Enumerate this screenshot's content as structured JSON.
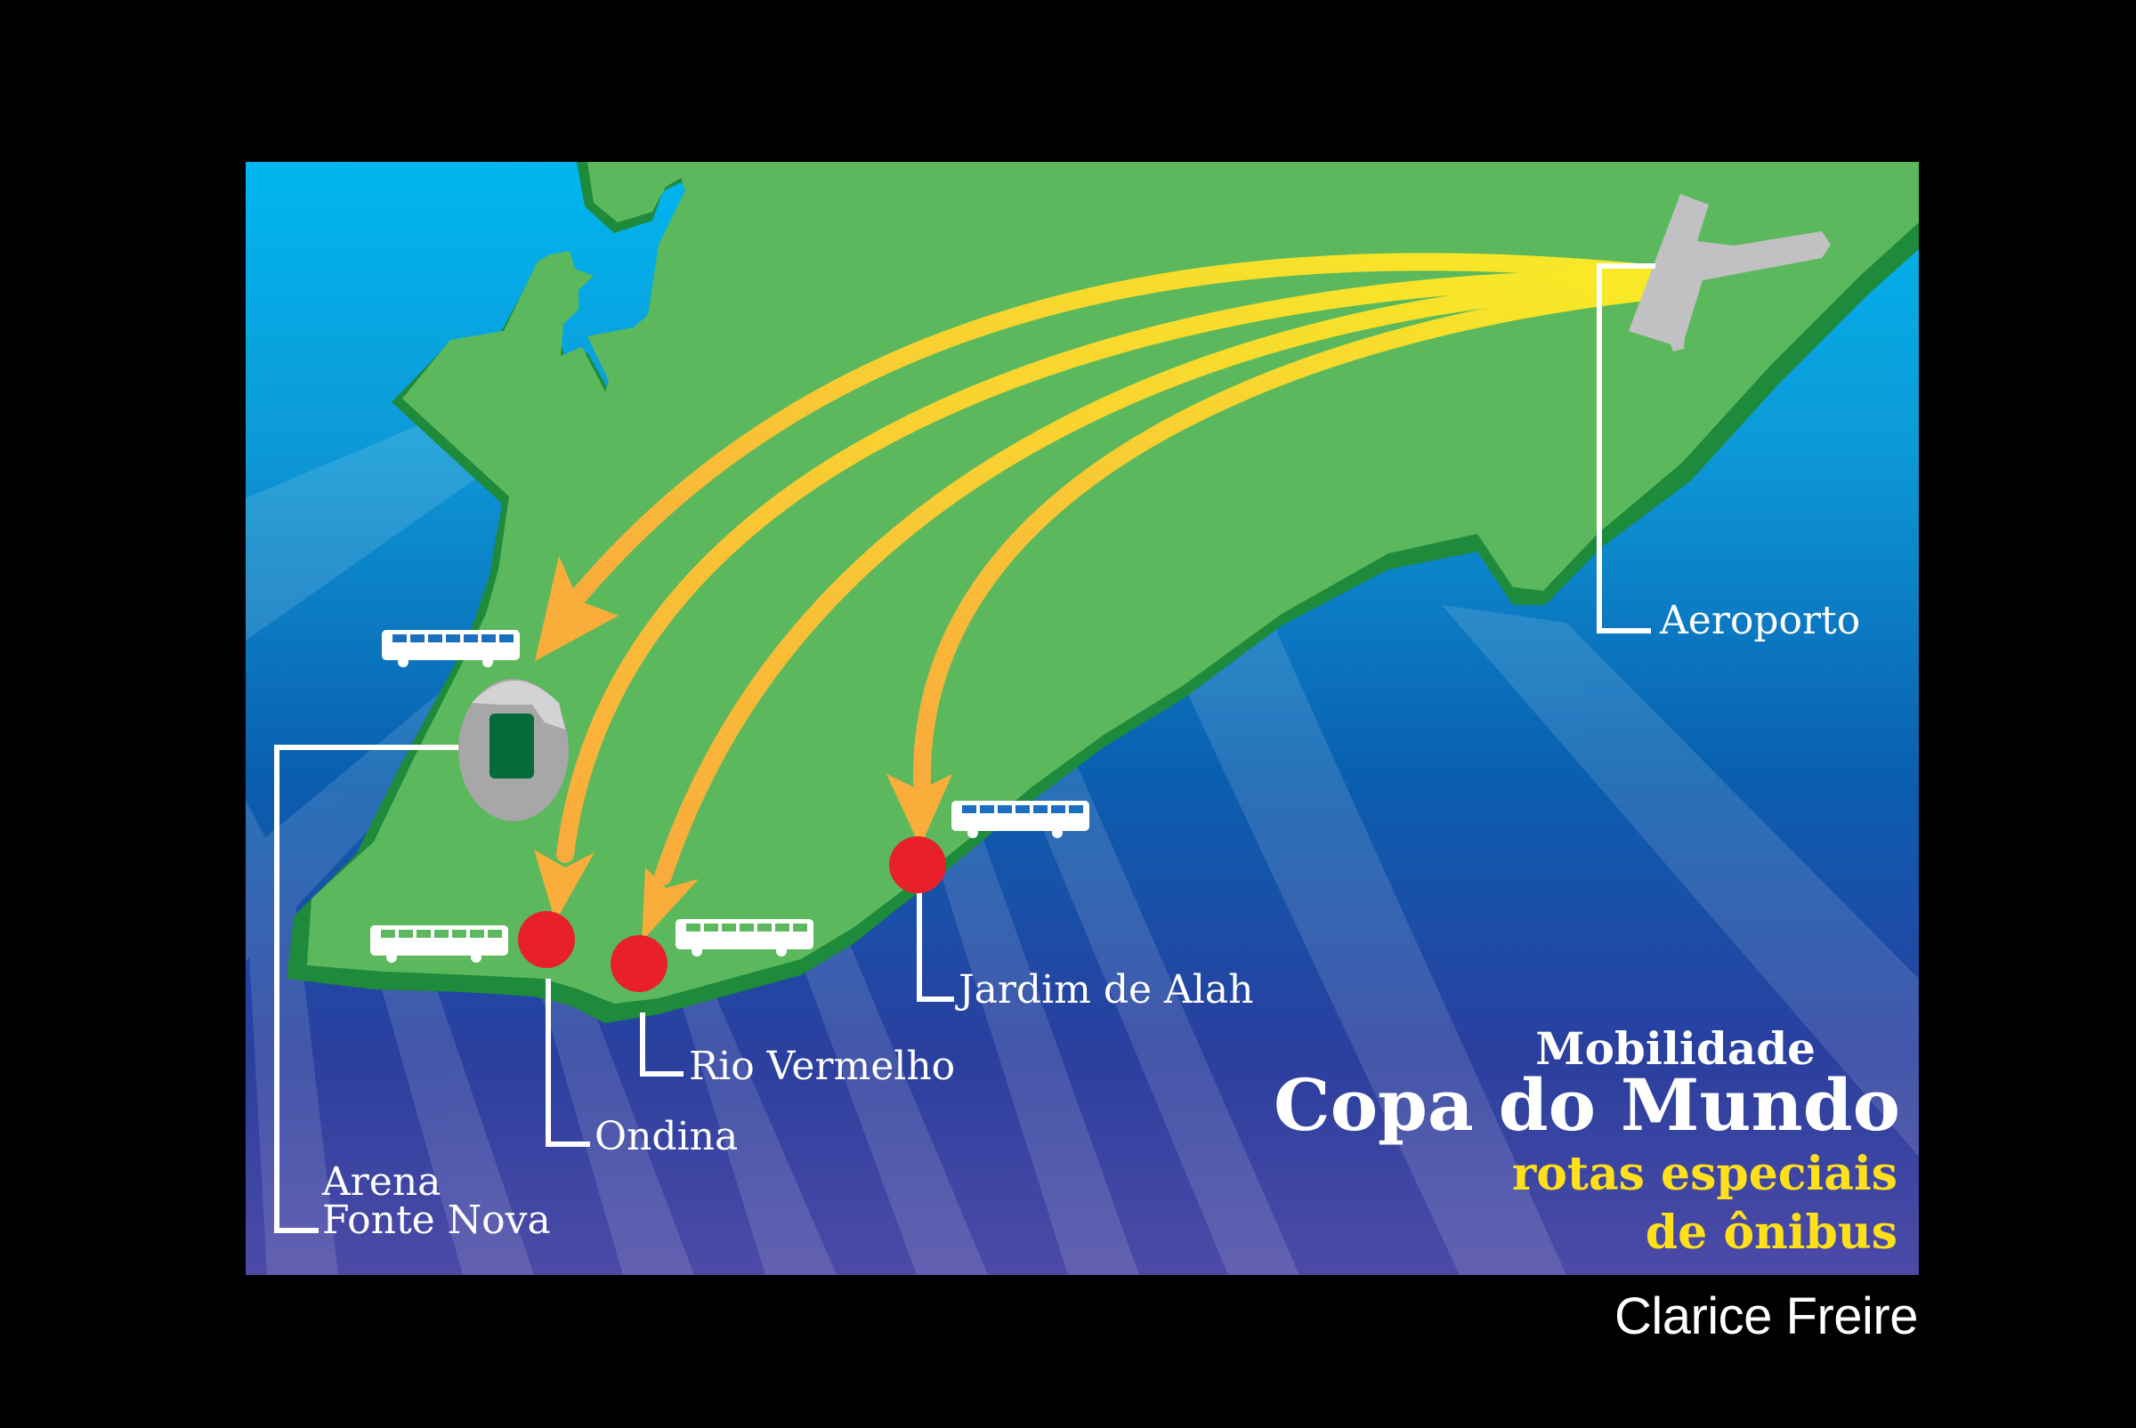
{
  "map": {
    "title": {
      "line1": "Mobilidade",
      "line2": "Copa do Mundo",
      "line3": "rotas especiais",
      "line4": "de ônibus"
    },
    "locations": [
      {
        "id": "aeroporto",
        "label": "Aeroporto",
        "icon": "airport-icon"
      },
      {
        "id": "arena",
        "label_line1": "Arena",
        "label_line2": "Fonte Nova",
        "icon": "stadium-icon"
      },
      {
        "id": "ondina",
        "label": "Ondina",
        "icon": "stop-marker-icon"
      },
      {
        "id": "rio-vermelho",
        "label": "Rio Vermelho",
        "icon": "stop-marker-icon"
      },
      {
        "id": "jardim-de-alah",
        "label": "Jardim de Alah",
        "icon": "stop-marker-icon"
      }
    ],
    "routes": [
      {
        "from": "Aeroporto",
        "to": "Arena Fonte Nova"
      },
      {
        "from": "Aeroporto",
        "to": "Ondina"
      },
      {
        "from": "Aeroporto",
        "to": "Rio Vermelho"
      },
      {
        "from": "Aeroporto",
        "to": "Jardim de Alah"
      }
    ],
    "colors": {
      "land": "#5cb85c",
      "land_edge": "#1e8a3c",
      "ocean_top": "#00b4ee",
      "ocean_bottom": "#4a4aa8",
      "arrow_start": "#f7e52a",
      "arrow_end": "#f9ad3a",
      "stop_marker": "#e8202a",
      "label": "#ffffff",
      "subtitle": "#ffe01b",
      "airport": "#c1c1c3",
      "stadium_outer": "#a7a7aa",
      "stadium_field": "#036b38"
    }
  },
  "credit": "Clarice Freire"
}
